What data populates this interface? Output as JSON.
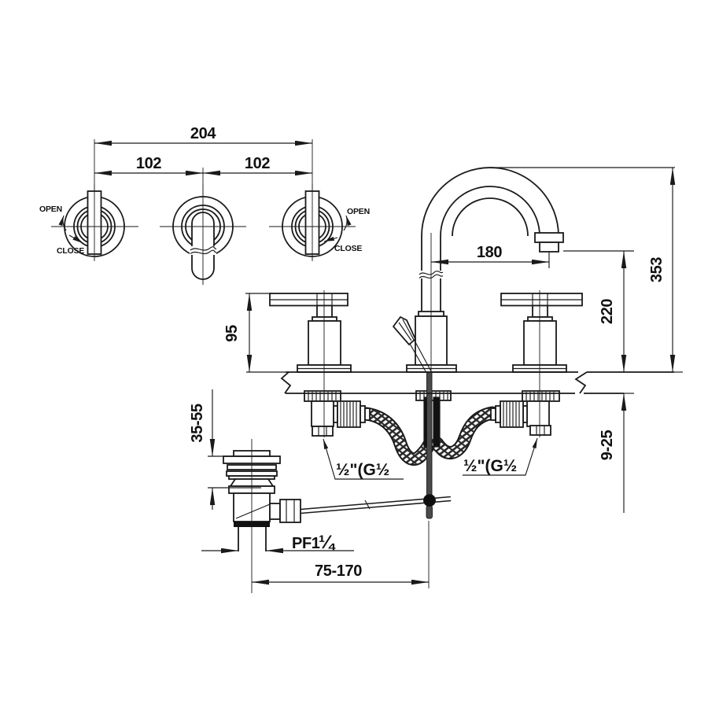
{
  "colors": {
    "line": "#1a1a1a",
    "background": "#ffffff",
    "rod": "#4a4a4a",
    "dark": "#111111"
  },
  "plan": {
    "dim_total": "204",
    "dim_left_spacing": "102",
    "dim_right_spacing": "102",
    "open_label": "OPEN",
    "close_label": "CLOSE"
  },
  "elevation": {
    "dim_spout_reach": "180",
    "dim_overall_height": "353",
    "dim_spout_height": "220",
    "dim_handle_height": "95",
    "dim_deck_thickness": "9-25",
    "supply_thread_left": "½\"(G½",
    "supply_thread_right": "½\"(G½"
  },
  "drain": {
    "dim_mount_range": "35-55",
    "thread_label": "PF1",
    "thread_fraction": "¼",
    "dim_rod_reach": "75-170"
  }
}
